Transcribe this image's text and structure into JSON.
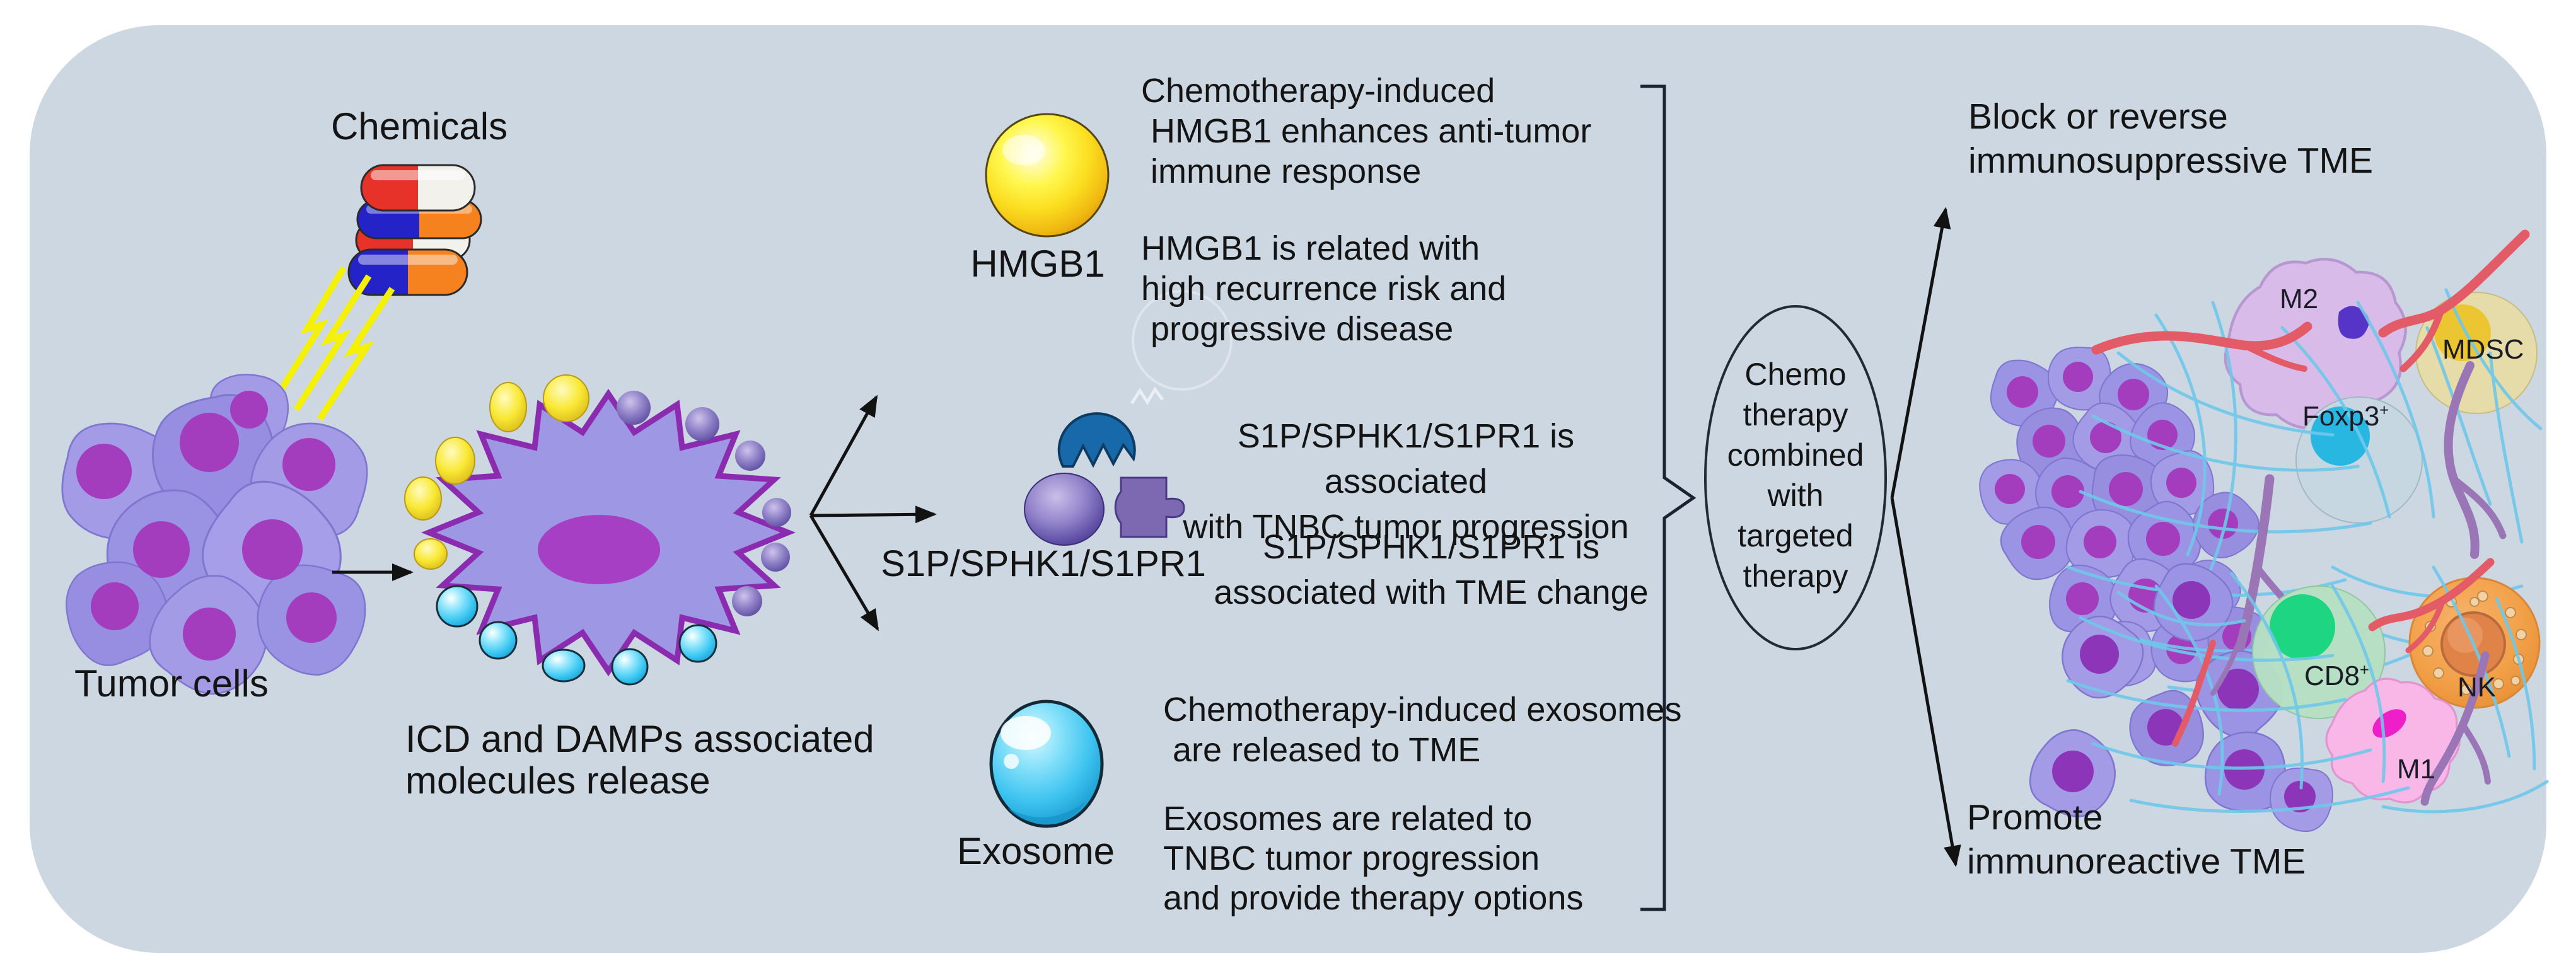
{
  "panel": {
    "bg_color": "#cdd7e2",
    "outer_bg": "#ffffff"
  },
  "left_section": {
    "chemicals_label": "Chemicals",
    "tumor_cells_label": "Tumor cells",
    "icd_caption": "ICD and DAMPs associated\nmolecules release"
  },
  "mediators": {
    "hmgb1": {
      "label": "HMGB1",
      "finding_1": "Chemotherapy-induced\n HMGB1 enhances anti-tumor\n immune response",
      "finding_2": "HMGB1 is related with\nhigh recurrence risk and\n progressive disease"
    },
    "s1p": {
      "label": "S1P/SPHK1/S1PR1",
      "finding_1": "S1P/SPHK1/S1PR1 is associated\nwith TNBC tumor progression",
      "finding_2": "S1P/SPHK1/S1PR1 is\nassociated with TME change"
    },
    "exosome": {
      "label": "Exosome",
      "finding_1": "Chemotherapy-induced exosomes\n are released to TME",
      "finding_2": "Exosomes are related to\nTNBC tumor progression\nand provide therapy options"
    }
  },
  "therapy_node": {
    "text": "Chemo\ntherapy\ncombined\nwith\ntargeted\ntherapy"
  },
  "outcomes": {
    "blocked": "Block or reverse\nimmunosuppressive TME",
    "promoted": "Promote\nimmunoreactive TME"
  },
  "tme_cells": {
    "m2": {
      "text": "M2",
      "sup": ""
    },
    "mdsc": {
      "text": "MDSC",
      "sup": ""
    },
    "foxp3": {
      "text": "Foxp3",
      "sup": "+"
    },
    "cd8": {
      "text": "CD8",
      "sup": "+"
    },
    "nk": {
      "text": "NK",
      "sup": ""
    },
    "m1": {
      "text": "M1",
      "sup": ""
    }
  },
  "icons": [
    "pill-capsules-icon",
    "lightning-bolts-icon",
    "tumor-cell-cluster",
    "dying-tumor-cell-icon",
    "damp-molecules",
    "hmgb1-sphere-icon",
    "s1p-complex-icon",
    "exosome-sphere-icon",
    "bracket",
    "therapy-ellipse",
    "arrow",
    "immunosuppressive-tme-illustration",
    "immunoreactive-tme-illustration"
  ],
  "colors": {
    "panel_bg": "#cdd7e2",
    "tumor_cell": "#9b94e0",
    "tumor_nucleus": "#a33dbe",
    "spike_outline": "#8a2bb0",
    "hmgb1_yellow": "#fbde20",
    "exosome_cyan": "#29bdf0",
    "s1p_blue": "#1769a9",
    "s1p_purple": "#7d68b2",
    "m2_fill": "#d8bbe9",
    "mdsc_fill": "#e7dda8",
    "foxp3_fill": "#c6d8e2",
    "cd8_fill": "#b7e0c3",
    "cd8_nucleus": "#1ed581",
    "nk_fill": "#f2a149",
    "m1_fill": "#f9b7e7",
    "vessel_red": "#e25b66",
    "mesh_cyan": "#6fc8ea",
    "branch_purple": "#9a76b6",
    "capsule_red": "#e63228",
    "capsule_blue": "#2423c8",
    "capsule_orange": "#f5821e"
  }
}
